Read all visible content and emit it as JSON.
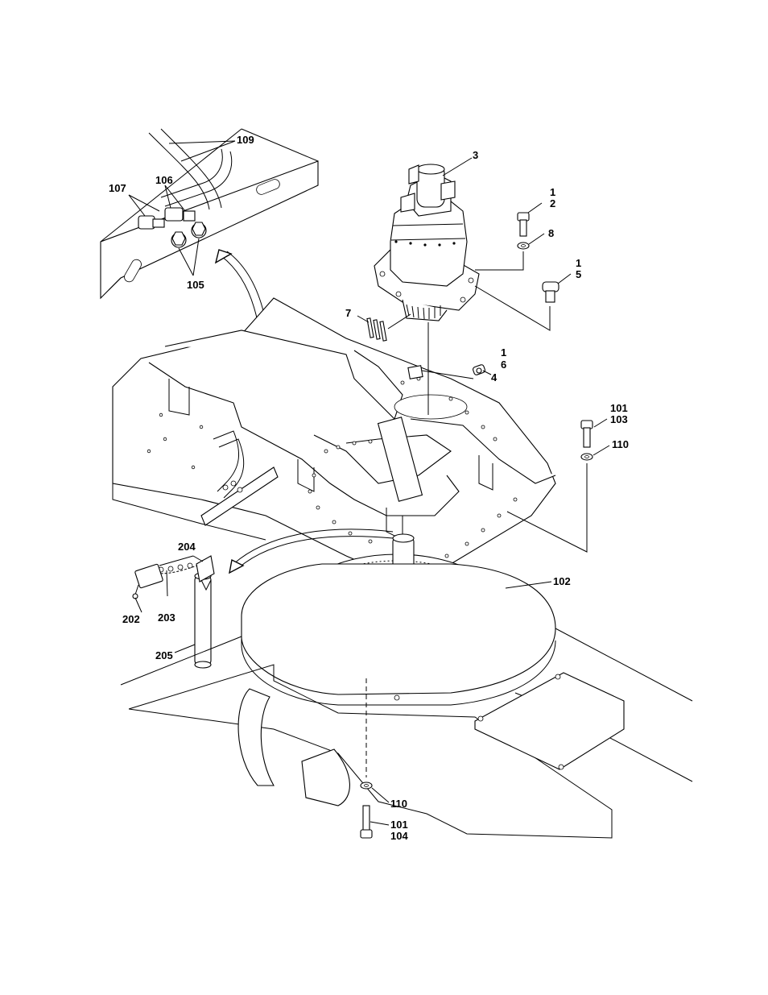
{
  "callouts": {
    "c109": "109",
    "c106": "106",
    "c107": "107",
    "c105": "105",
    "c3": "3",
    "c1a": "1",
    "c2": "2",
    "c8": "8",
    "c1b": "1",
    "c5": "5",
    "c7": "7",
    "c1c": "1",
    "c6": "6",
    "c4": "4",
    "c101a": "101",
    "c103": "103",
    "c110a": "110",
    "c204": "204",
    "c102": "102",
    "c202": "202",
    "c203": "203",
    "c205": "205",
    "c110b": "110",
    "c101b": "101",
    "c104": "104"
  },
  "colors": {
    "line": "#000000",
    "background": "#ffffff"
  }
}
